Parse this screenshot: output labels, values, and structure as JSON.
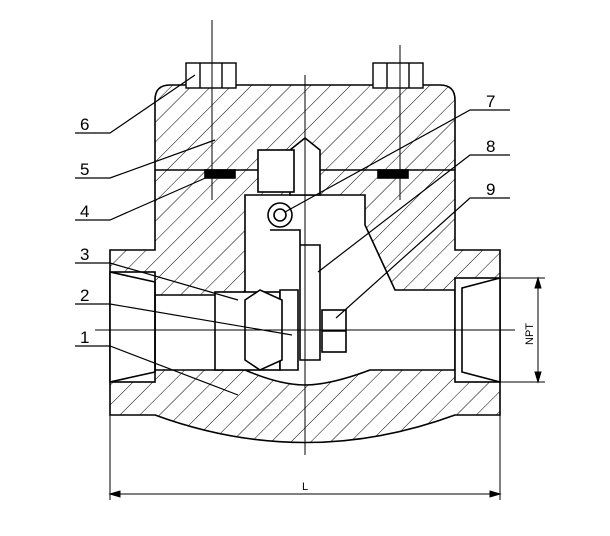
{
  "title": "Forged steel swing check valve sectional drawing",
  "callouts_left": [
    {
      "number": "6"
    },
    {
      "number": "5"
    },
    {
      "number": "4"
    },
    {
      "number": "3"
    },
    {
      "number": "2"
    },
    {
      "number": "1"
    }
  ],
  "callouts_right": [
    {
      "number": "7"
    },
    {
      "number": "8"
    },
    {
      "number": "9"
    }
  ],
  "dimensions": {
    "length_label": "L",
    "port_label": "NPT"
  },
  "colors": {
    "line": "#000000",
    "background": "#ffffff"
  }
}
